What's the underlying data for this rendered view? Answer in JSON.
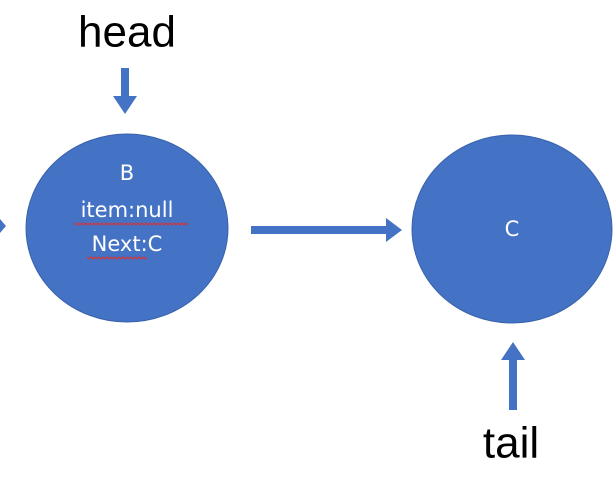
{
  "colors": {
    "node_fill": "#4472c4",
    "node_stroke": "#3a62aa",
    "arrow": "#4472c4",
    "label_text": "#000000",
    "node_text": "#ffffff",
    "spellcheck_underline": "#e0302a"
  },
  "pointers": {
    "head": "head",
    "tail": "tail"
  },
  "nodes": {
    "b": {
      "name": "B",
      "item": "item:null",
      "next": "Next:C"
    },
    "c": {
      "name": "C"
    }
  }
}
